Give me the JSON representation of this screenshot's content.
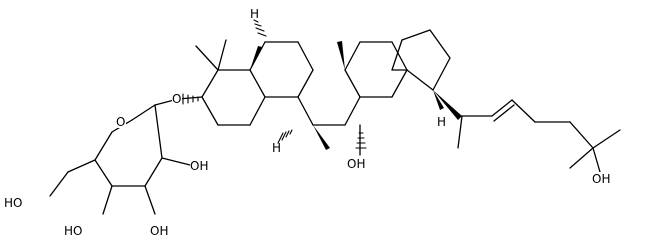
{
  "labels": {
    "ring_oxygen": "O",
    "glycosidic_oxygen": "O",
    "oh_sugar_c2": "OH",
    "oh_sugar_c3": "OH",
    "oh_sugar_c4": "HO",
    "ho_sugar_c6": "HO",
    "h_a": "H",
    "h_b": "H",
    "h_c": "H",
    "oh_c12": "OH",
    "oh_side_chain": "OH"
  }
}
